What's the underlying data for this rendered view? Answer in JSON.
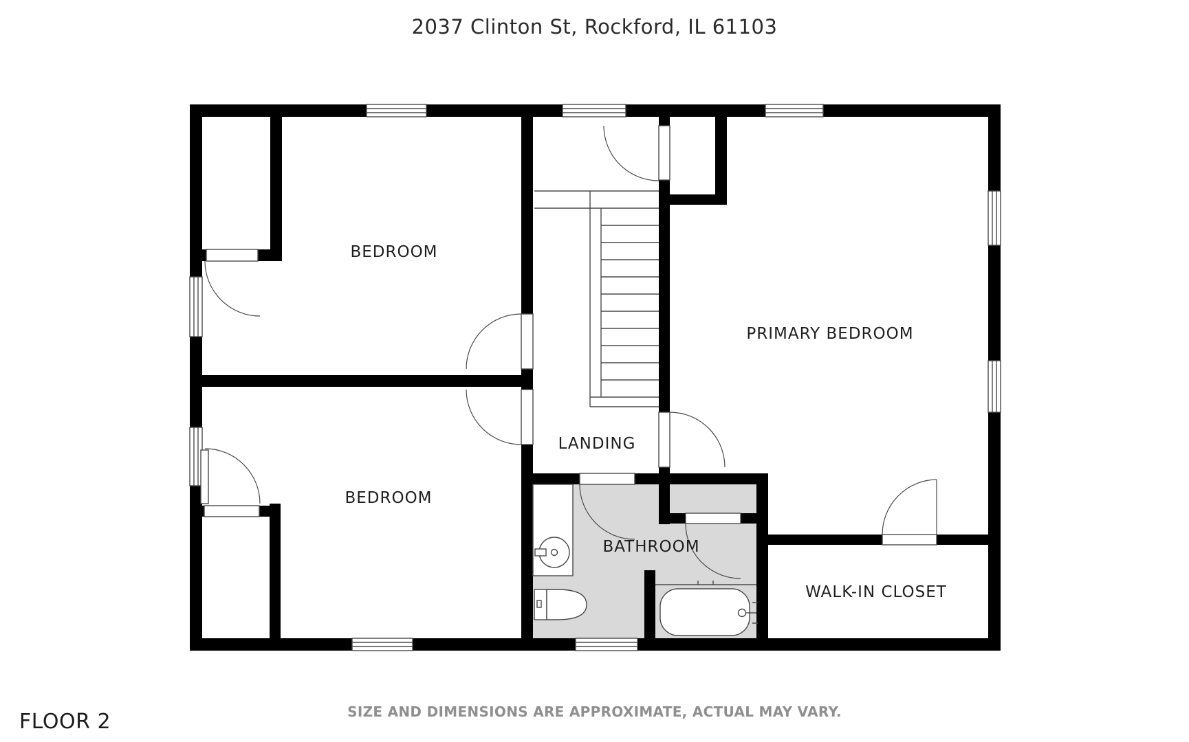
{
  "page": {
    "title": "2037 Clinton St, Rockford, IL 61103",
    "floor_label": "FLOOR 2",
    "disclaimer": "SIZE AND DIMENSIONS ARE APPROXIMATE, ACTUAL MAY VARY."
  },
  "rooms": [
    {
      "id": "bedroom-top-left",
      "label": "BEDROOM"
    },
    {
      "id": "bedroom-bottom-left",
      "label": "BEDROOM"
    },
    {
      "id": "landing",
      "label": "LANDING"
    },
    {
      "id": "primary-bedroom",
      "label": "PRIMARY BEDROOM"
    },
    {
      "id": "bathroom",
      "label": "BATHROOM"
    },
    {
      "id": "walk-in-closet",
      "label": "WALK-IN CLOSET"
    }
  ],
  "fixtures": [
    {
      "id": "sink",
      "room": "bathroom"
    },
    {
      "id": "toilet",
      "room": "bathroom"
    },
    {
      "id": "bathtub",
      "room": "bathroom"
    }
  ],
  "stairs": {
    "location": "center",
    "treads": 11
  },
  "counts": {
    "windows": 9,
    "doors": 9,
    "closets": 4
  },
  "colors": {
    "wall": "#000000",
    "bathroom_floor": "#d9d9d9",
    "thin_line": "#4a4a4a",
    "label_text": "#1f1f1f",
    "title_text": "#2b2b2b",
    "disclaimer_text": "#8f8f8f"
  }
}
